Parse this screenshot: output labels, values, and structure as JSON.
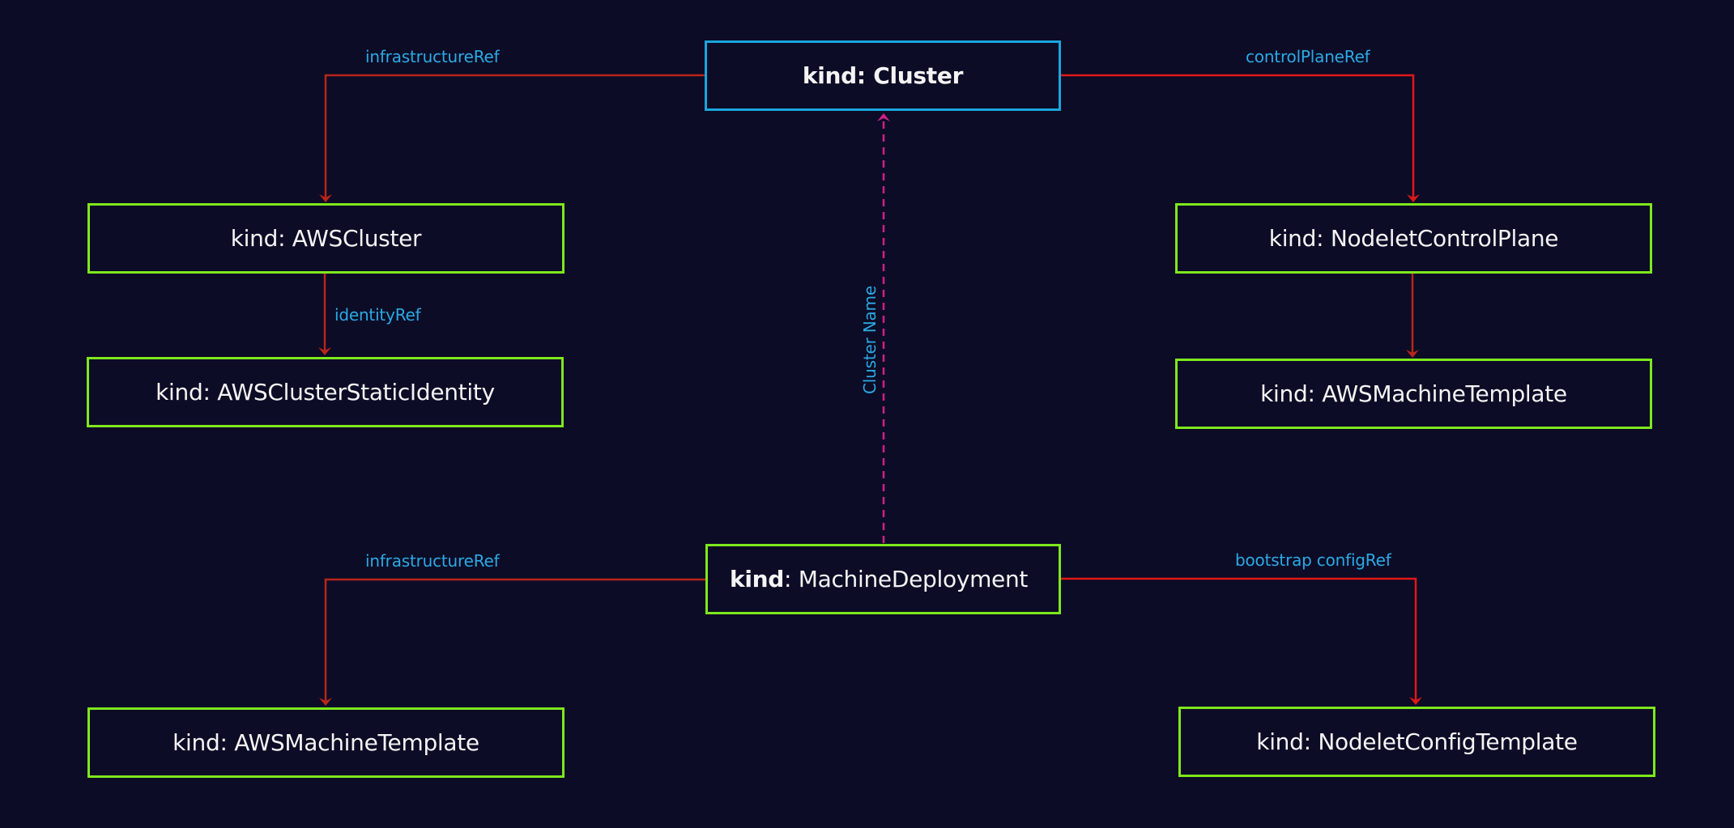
{
  "colors": {
    "background": "#0c0c26",
    "node_border": "#7ee81c",
    "root_border": "#1aa6dc",
    "ref_arrow": "#e01818",
    "cluster_name_arrow": "#d0208a",
    "label_text": "#2ca9e4",
    "node_text": "#f4f4f4"
  },
  "nodes": {
    "cluster": {
      "kind_key": "kind",
      "kind_value": "Cluster"
    },
    "aws_cluster": {
      "kind_key": "kind",
      "kind_value": "AWSCluster"
    },
    "aws_cluster_static_identity": {
      "kind_key": "kind",
      "kind_value": "AWSClusterStaticIdentity"
    },
    "nodelet_control_plane": {
      "kind_key": "kind",
      "kind_value": "NodeletControlPlane"
    },
    "aws_machine_template_cp": {
      "kind_key": "kind",
      "kind_value": "AWSMachineTemplate"
    },
    "machine_deployment": {
      "kind_key": "kind",
      "kind_value": "MachineDeployment"
    },
    "aws_machine_template_md": {
      "kind_key": "kind",
      "kind_value": "AWSMachineTemplate"
    },
    "nodelet_config_template": {
      "kind_key": "kind",
      "kind_value": "NodeletConfigTemplate"
    }
  },
  "edges": {
    "cluster_infrastructure_ref": "infrastructureRef",
    "cluster_control_plane_ref": "controlPlaneRef",
    "aws_cluster_identity_ref": "identityRef",
    "md_cluster_name": "Cluster Name",
    "md_infrastructure_ref": "infrastructureRef",
    "md_bootstrap_config_ref": "bootstrap configRef"
  }
}
